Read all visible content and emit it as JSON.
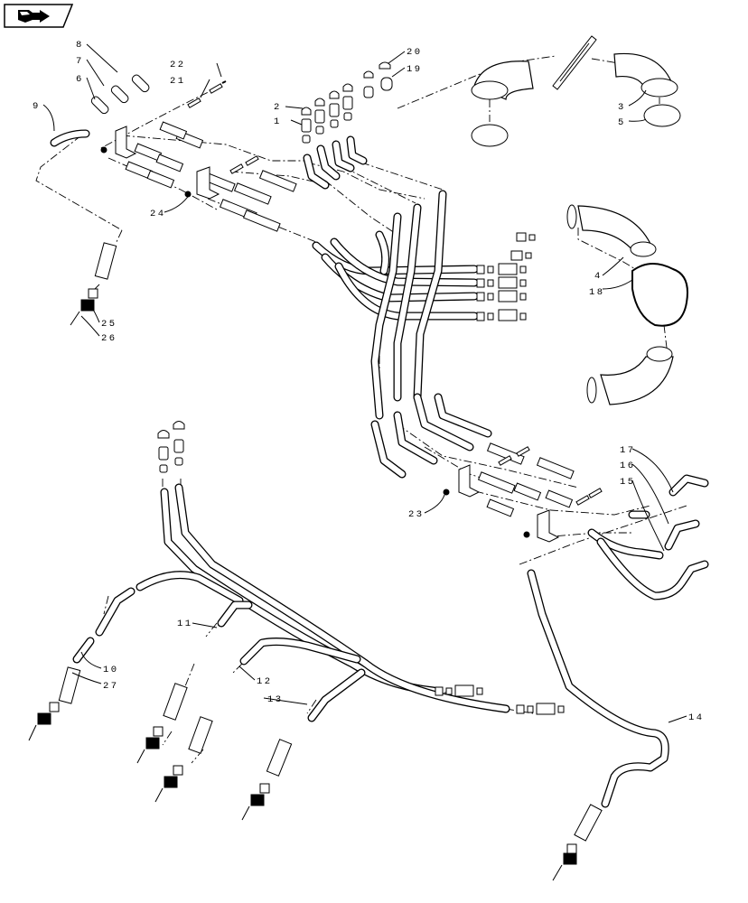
{
  "diagram": {
    "nav_button_icon": "next-page-arrow-icon",
    "callouts": [
      "1",
      "2",
      "3",
      "4",
      "5",
      "6",
      "7",
      "8",
      "9",
      "10",
      "11",
      "12",
      "13",
      "14",
      "15",
      "16",
      "17",
      "18",
      "19",
      "20",
      "21",
      "22",
      "23",
      "24",
      "25",
      "26",
      "27"
    ]
  }
}
